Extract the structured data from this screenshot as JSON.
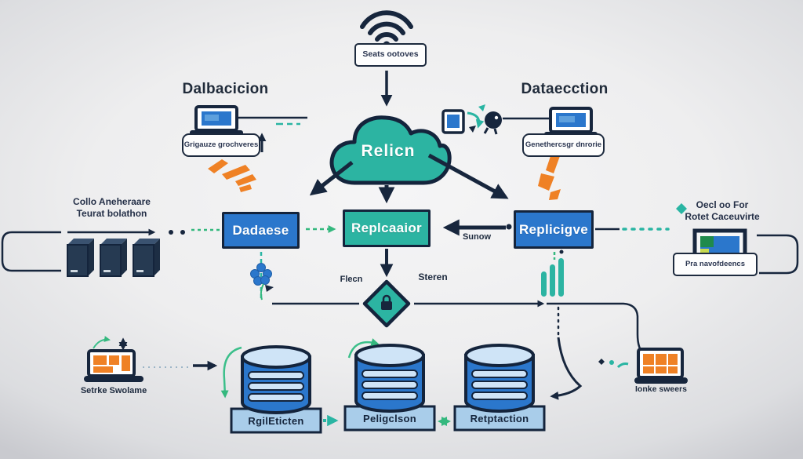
{
  "top": {
    "wifi_label": "Seats ootoves"
  },
  "top_left": {
    "heading": "Dalbacicion",
    "label": "Grigauze grochveres"
  },
  "top_right": {
    "heading": "Dataecction",
    "label": "Genethercsgr dnrorie"
  },
  "cloud": {
    "label": "Relicn"
  },
  "mid_row": {
    "box1": "Dadaese",
    "box2": "Replcaaior",
    "box3": "Replicigve",
    "arrow_label": "Sunow"
  },
  "left_side": {
    "line1": "Collo Aneheraare",
    "line2": "Teurat bolathon"
  },
  "right_side": {
    "line1": "Oecl oo For",
    "line2": "Rotet Caceuvirte",
    "label": "Pra navofdeencs"
  },
  "checkpoint": {
    "left_label": "Flecn",
    "right_label": "Steren"
  },
  "databases": [
    {
      "label": "RgilEticten"
    },
    {
      "label": "Peligclson"
    },
    {
      "label": "Retptaction"
    }
  ],
  "bottom_left": {
    "label": "Setrke Swolame"
  },
  "bottom_right": {
    "label": "Ionke sweers"
  },
  "colors": {
    "navy": "#17263d",
    "blue": "#2b77cc",
    "teal": "#2cb4a2",
    "green": "#34b87e",
    "orange": "#ef8125",
    "cylinder_stripe": "#cfe4f7",
    "pedestal": "#a9cdea"
  }
}
